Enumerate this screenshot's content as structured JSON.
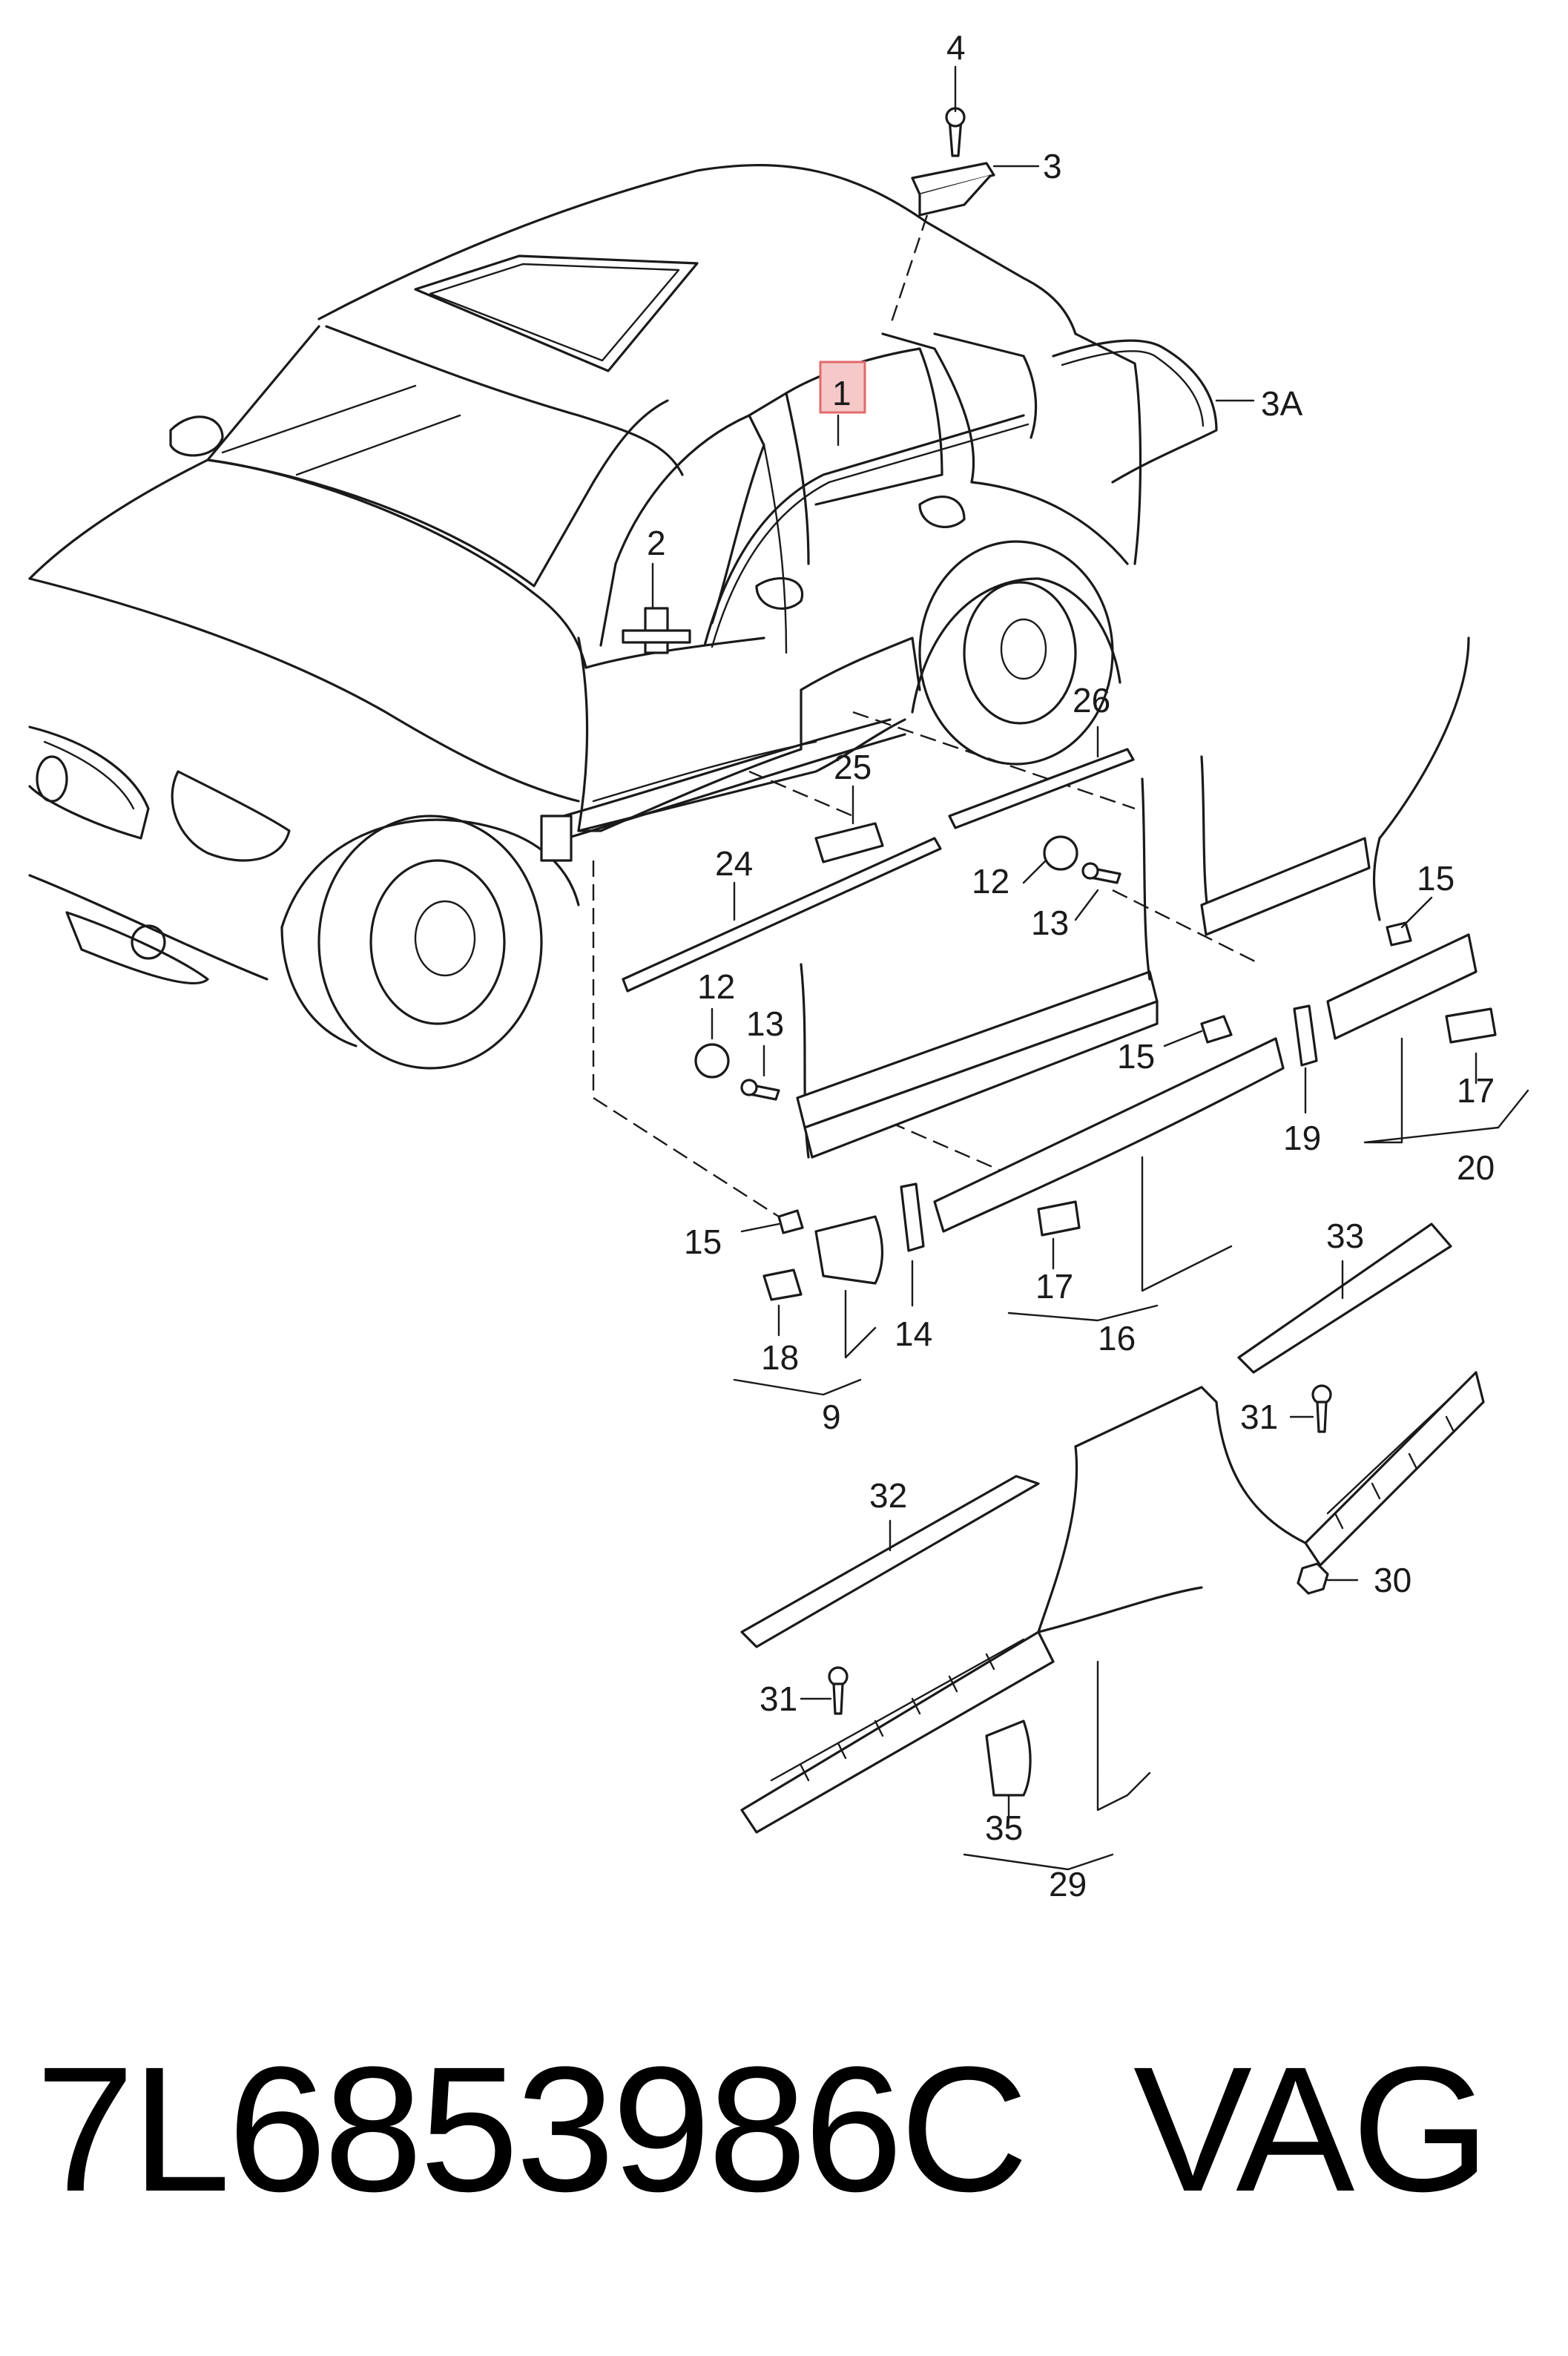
{
  "callouts": {
    "c1": "1",
    "c2": "2",
    "c3": "3",
    "c3a": "3A",
    "c4": "4",
    "c9": "9",
    "c12a": "12",
    "c12b": "12",
    "c13a": "13",
    "c13b": "13",
    "c14": "14",
    "c15a": "15",
    "c15b": "15",
    "c15c": "15",
    "c16": "16",
    "c17a": "17",
    "c17b": "17",
    "c18": "18",
    "c19": "19",
    "c20": "20",
    "c24": "24",
    "c25": "25",
    "c26": "26",
    "c29": "29",
    "c30": "30",
    "c31a": "31",
    "c31b": "31",
    "c32": "32",
    "c33": "33",
    "c35": "35"
  },
  "highlighted_callout": "1",
  "highlight_color": "#f6c9c9",
  "footer": {
    "part_number": "7L6853986C",
    "brand": "VAG"
  }
}
